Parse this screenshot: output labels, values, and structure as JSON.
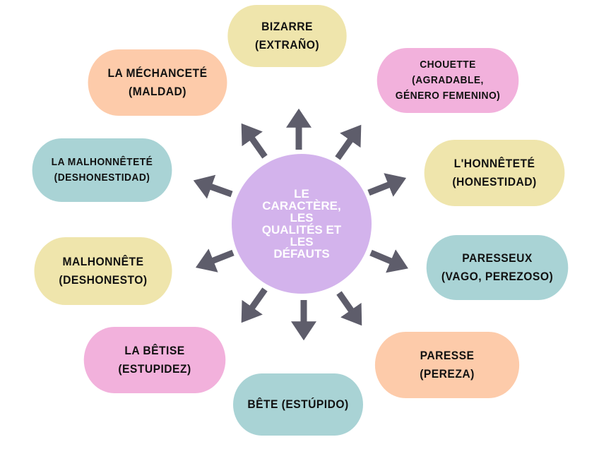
{
  "colors": {
    "yellow": "#EFE5AC",
    "pink": "#F2B1DC",
    "peach": "#FDCBAA",
    "teal": "#A9D3D5",
    "center": "#D3B3EC",
    "arrow": "#5E5D6B",
    "text": "#111111",
    "center_text": "#FFFFFF"
  },
  "center": {
    "lines": [
      "LE",
      "CARACTÈRE,",
      "LES",
      "QUALITÉS ET",
      "LES",
      "DÉFAUTS"
    ]
  },
  "nodes": [
    {
      "id": "bizarre",
      "lines": [
        "BIZARRE",
        "(EXTRAÑO)"
      ],
      "color": "yellow"
    },
    {
      "id": "chouette",
      "lines": [
        "CHOUETTE",
        "(AGRADABLE,",
        "GÉNERO FEMENINO)"
      ],
      "color": "pink"
    },
    {
      "id": "honnetete",
      "lines": [
        "L'HONNÊTETÉ",
        "(HONESTIDAD)"
      ],
      "color": "yellow"
    },
    {
      "id": "paresseux",
      "lines": [
        "PARESSEUX",
        "(VAGO, PEREZOSO)"
      ],
      "color": "teal"
    },
    {
      "id": "paresse",
      "lines": [
        "PARESSE",
        "(PEREZA)"
      ],
      "color": "peach"
    },
    {
      "id": "bete",
      "lines": [
        "BÊTE (ESTÚPIDO)"
      ],
      "color": "teal"
    },
    {
      "id": "betise",
      "lines": [
        "LA BÊTISE",
        "(ESTUPIDEZ)"
      ],
      "color": "pink"
    },
    {
      "id": "malhonnete",
      "lines": [
        "MALHONNÊTE",
        "(DESHONESTO)"
      ],
      "color": "yellow"
    },
    {
      "id": "malhonnetete",
      "lines": [
        "LA MALHONNÊTETÉ",
        "(DESHONESTIDAD)"
      ],
      "color": "teal"
    },
    {
      "id": "mechancete",
      "lines": [
        "LA MÉCHANCETÉ",
        "(MALDAD)"
      ],
      "color": "peach"
    }
  ]
}
